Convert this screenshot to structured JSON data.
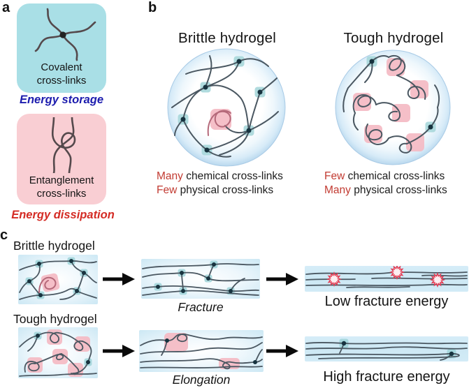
{
  "figure_type": "scientific-figure",
  "panel_a": {
    "label": "a",
    "covalent": {
      "title": "Covalent\ncross-links",
      "caption": "Energy storage"
    },
    "entanglement": {
      "title": "Entanglement\ncross-links",
      "caption": "Energy dissipation"
    }
  },
  "panel_b": {
    "label": "b",
    "brittle": {
      "title": "Brittle hydrogel",
      "line1_em": "Many",
      "line1_rest": " chemical cross-links",
      "line2_em": "Few",
      "line2_rest": " physical cross-links"
    },
    "tough": {
      "title": "Tough hydrogel",
      "line1_em": "Few",
      "line1_rest": " chemical cross-links",
      "line2_em": "Many",
      "line2_rest": " physical cross-links"
    }
  },
  "panel_c": {
    "label": "c",
    "brittle_row": {
      "gel_label": "Brittle hydrogel",
      "process_label": "Fracture",
      "result_label": "Low fracture energy"
    },
    "tough_row": {
      "gel_label": "Tough hydrogel",
      "process_label": "Elongation",
      "result_label": "High fracture energy"
    }
  },
  "icons": {
    "arrow_right": "solid black right arrow",
    "burst": "red starburst bond-rupture mark",
    "chemical_crosslink_node": "dark dot on teal square",
    "physical_crosslink_patch": "pink rounded square"
  },
  "colors": {
    "covalent_card": "#a9dfe6",
    "entanglement_card": "#f9ced3",
    "energy_storage_text": "#1c1cae",
    "energy_dissipation_text": "#d42b24",
    "caption_highlight": "#c23b32",
    "chemical_crosslink": "#a7d7da",
    "physical_crosslink": "#f4bac3",
    "strand": "#4a5761",
    "gel_fill_edge": "#b9d8ee"
  }
}
